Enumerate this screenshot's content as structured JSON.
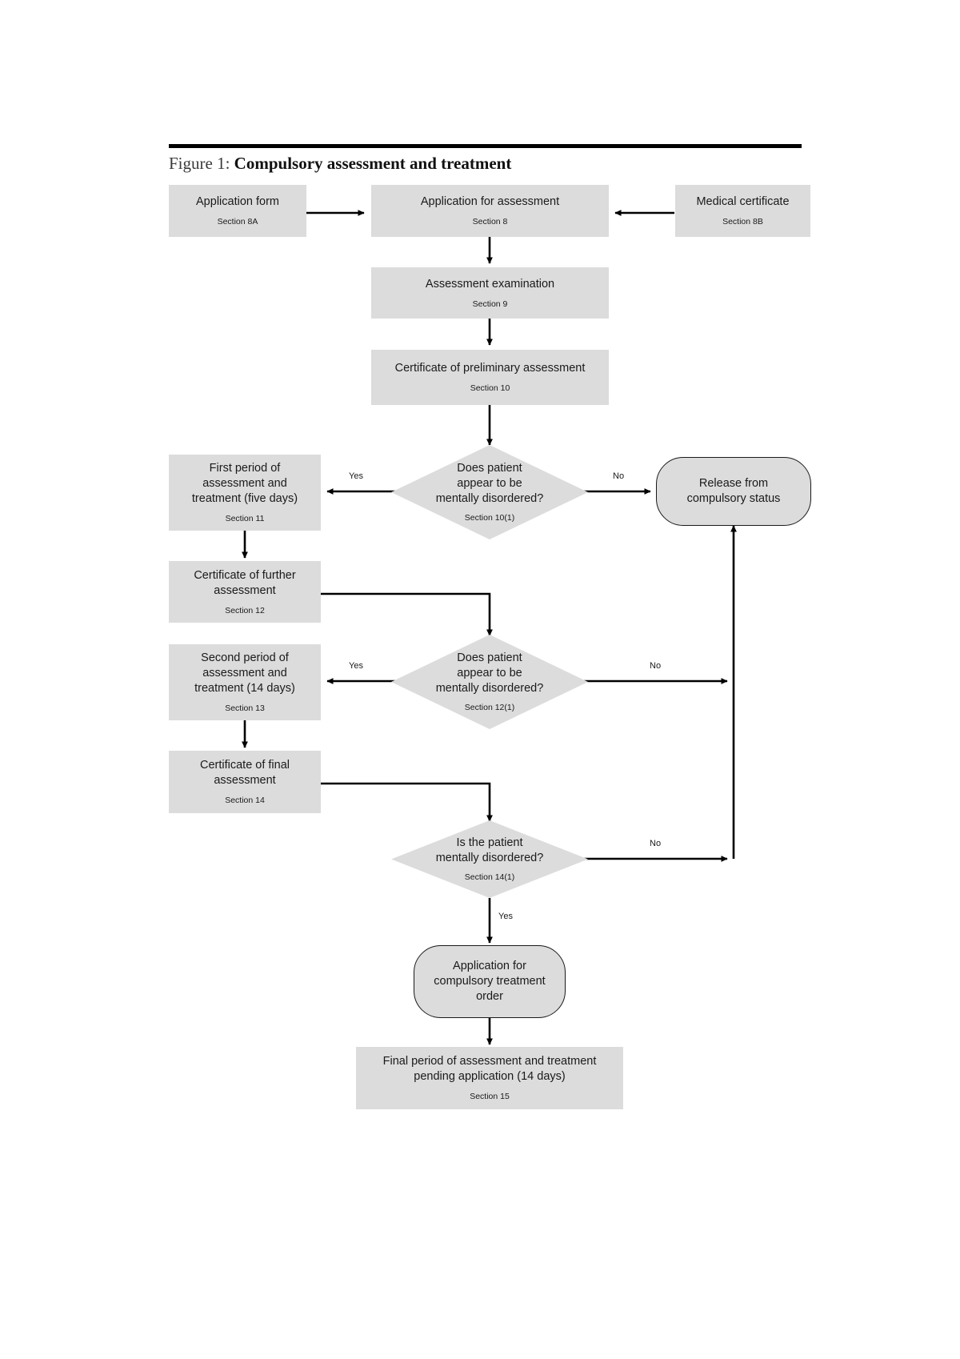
{
  "figure": {
    "label": "Figure 1:",
    "title": "Compulsory assessment and treatment"
  },
  "colors": {
    "node_fill": "#dcdcdc",
    "stroke": "#1a1a1a",
    "rule": "#000000",
    "text": "#1a1a1a"
  },
  "nodes": [
    {
      "id": "application-form",
      "shape": "rect",
      "main": "Application form",
      "section": "Section 8A"
    },
    {
      "id": "application-for-assessment",
      "shape": "rect",
      "main": "Application for assessment",
      "section": "Section 8"
    },
    {
      "id": "medical-certificate",
      "shape": "rect",
      "main": "Medical certificate",
      "section": "Section 8B"
    },
    {
      "id": "assessment-examination",
      "shape": "rect",
      "main": "Assessment examination",
      "section": "Section 9"
    },
    {
      "id": "certificate-preliminary-assessment",
      "shape": "rect",
      "main": "Certificate of preliminary assessment",
      "section": "Section 10"
    },
    {
      "id": "decision-10-1",
      "shape": "diamond",
      "main": "Does patient\nappear to be\nmentally disordered?",
      "section": "Section 10(1)"
    },
    {
      "id": "first-period",
      "shape": "rect",
      "main": "First period of\nassessment and\ntreatment (five days)",
      "section": "Section 11"
    },
    {
      "id": "release-from-compulsory-status",
      "shape": "rounded",
      "main": "Release from\ncompulsory status",
      "section": ""
    },
    {
      "id": "certificate-further-assessment",
      "shape": "rect",
      "main": "Certificate of further\nassessment",
      "section": "Section 12"
    },
    {
      "id": "decision-12-1",
      "shape": "diamond",
      "main": "Does patient\nappear to be\nmentally disordered?",
      "section": "Section 12(1)"
    },
    {
      "id": "second-period",
      "shape": "rect",
      "main": "Second period of\nassessment and\ntreatment (14 days)",
      "section": "Section 13"
    },
    {
      "id": "certificate-final-assessment",
      "shape": "rect",
      "main": "Certificate of final\nassessment",
      "section": "Section 14"
    },
    {
      "id": "decision-14-1",
      "shape": "diamond",
      "main": "Is the patient\nmentally disordered?",
      "section": "Section 14(1)"
    },
    {
      "id": "application-compulsory-treatment-order",
      "shape": "rounded",
      "main": "Application for\ncompulsory treatment\norder",
      "section": ""
    },
    {
      "id": "final-period",
      "shape": "rect",
      "main": "Final period of assessment and treatment\npending application (14 days)",
      "section": "Section 15"
    }
  ],
  "edge_labels": {
    "yes_10": "Yes",
    "no_10": "No",
    "yes_12": "Yes",
    "no_12": "No",
    "no_14": "No",
    "yes_14": "Yes"
  }
}
